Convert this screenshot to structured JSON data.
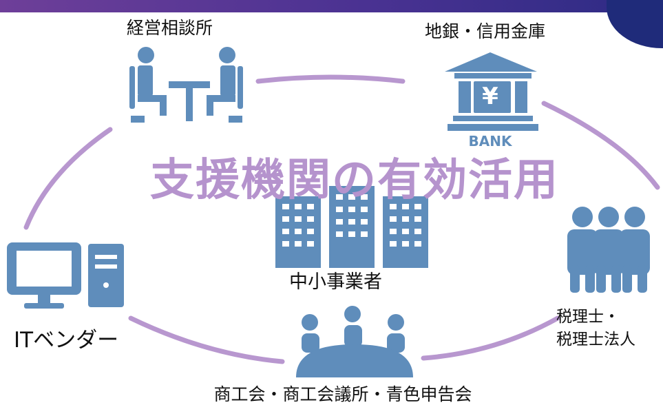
{
  "title": "支援機関の有効活用",
  "nodes": {
    "consulting": {
      "label": "経営相談所",
      "icon": "meeting-icon"
    },
    "bank": {
      "label": "地銀・信用金庫",
      "icon": "bank-icon",
      "icon_text": "BANK",
      "symbol": "¥"
    },
    "sme": {
      "label": "中小事業者",
      "icon": "buildings-icon"
    },
    "it_vendor": {
      "label": "ITベンダー",
      "icon": "computer-icon"
    },
    "tax": {
      "line1": "税理士・",
      "line2": "税理士法人",
      "icon": "people-icon"
    },
    "commerce": {
      "label": "商工会・商工会議所・青色申告会",
      "icon": "group-meeting-icon"
    }
  },
  "colors": {
    "accent_purple": "#b593cd",
    "icon_blue": "#5f8dbb",
    "header_band": "#4a3292"
  }
}
